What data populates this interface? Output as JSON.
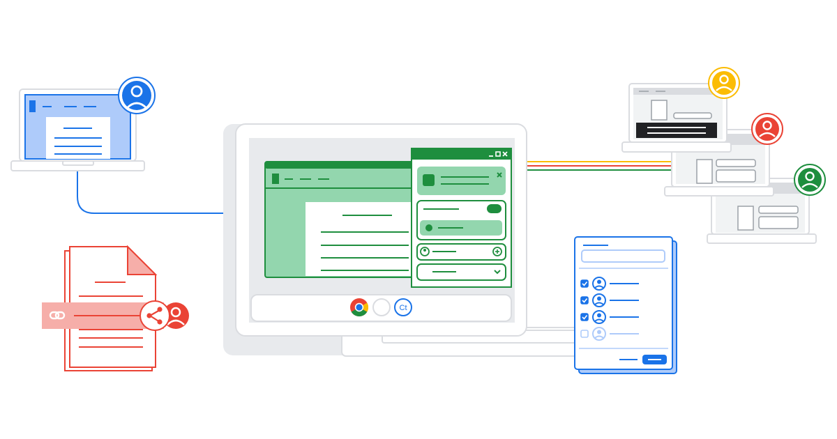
{
  "colors": {
    "blue": "#1a73e8",
    "blue_light": "#aecbfa",
    "green": "#1e8e3e",
    "green_light": "#93d6ae",
    "red": "#ea4335",
    "red_light": "#f6aea9",
    "yellow": "#fbbc04",
    "gray": "#dadce0",
    "gray_dark": "#9aa0a6",
    "black": "#202124"
  },
  "dock_icons": [
    "chrome-icon",
    "blank-app-icon",
    "ct-app-icon"
  ],
  "dock_ct_label": "Ct",
  "connection_lines": [
    "yellow",
    "red",
    "green"
  ],
  "users": [
    {
      "name": "user-blue-avatar",
      "color": "blue"
    },
    {
      "name": "user-red-avatar",
      "color": "red"
    },
    {
      "name": "user-yellow-avatar",
      "color": "yellow"
    },
    {
      "name": "user-red-avatar-2",
      "color": "red"
    },
    {
      "name": "user-green-avatar",
      "color": "green"
    }
  ],
  "checklist": [
    {
      "checked": true
    },
    {
      "checked": true
    },
    {
      "checked": true
    },
    {
      "checked": false
    }
  ]
}
